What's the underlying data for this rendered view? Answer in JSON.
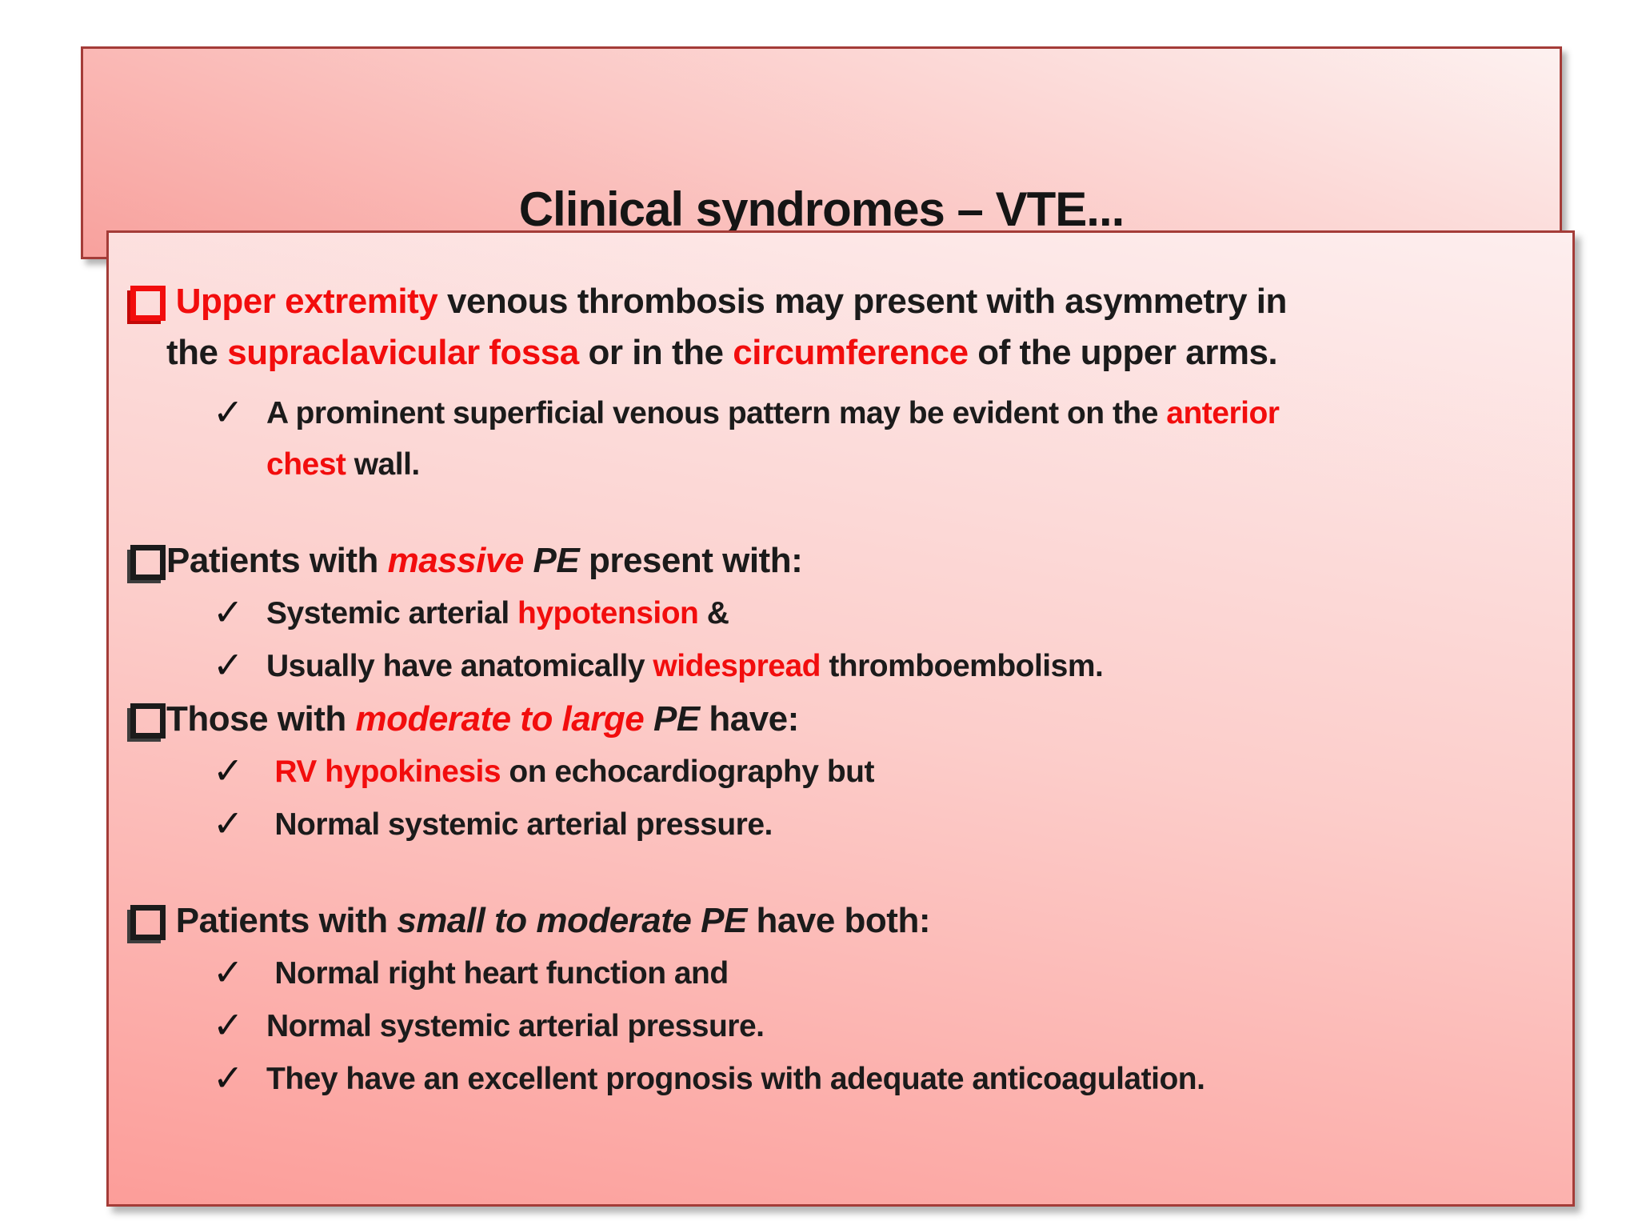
{
  "title": "Clinical syndromes – VTE...",
  "colors": {
    "accent_red": "#f20d0d",
    "text_black": "#1b1b1b",
    "box_border": "#a43c38",
    "box_fill_top": "#fdeeee",
    "box_fill_bottom": "#fc9d99"
  },
  "icons": {
    "bullet_glyph_name": "shadowed-checkbox-square",
    "check_glyph": "✓"
  },
  "slide": {
    "bullets": [
      {
        "type": "bullet",
        "marker_color": "red",
        "gap": "none",
        "segments": [
          {
            "text": " Upper extremity",
            "style": "red"
          },
          {
            "text": " venous thrombosis may present with asymmetry in\nthe ",
            "style": "black"
          },
          {
            "text": "supraclavicular fossa",
            "style": "red"
          },
          {
            "text": " or in the ",
            "style": "black"
          },
          {
            "text": "circumference",
            "style": "red"
          },
          {
            "text": " of the upper arms.",
            "style": "black"
          }
        ]
      },
      {
        "type": "check",
        "marker_color": "black",
        "gap": "small",
        "segments": [
          {
            "text": "A prominent superficial venous pattern may be evident on the ",
            "style": "black"
          },
          {
            "text": "anterior\nchest",
            "style": "red"
          },
          {
            "text": " wall.",
            "style": "black"
          }
        ]
      },
      {
        "type": "bullet",
        "marker_color": "black",
        "gap": "large",
        "segments": [
          {
            "text": "Patients with ",
            "style": "black"
          },
          {
            "text": "massive",
            "style": "red-italic"
          },
          {
            "text": " PE",
            "style": "black-italic"
          },
          {
            "text": " present with:",
            "style": "black"
          }
        ]
      },
      {
        "type": "check",
        "marker_color": "black",
        "gap": "none",
        "segments": [
          {
            "text": "Systemic arterial ",
            "style": "black"
          },
          {
            "text": "hypotension",
            "style": "red"
          },
          {
            "text": " &",
            "style": "black"
          }
        ]
      },
      {
        "type": "check",
        "marker_color": "black",
        "gap": "none",
        "segments": [
          {
            "text": "Usually have anatomically ",
            "style": "black"
          },
          {
            "text": "widespread",
            "style": "red"
          },
          {
            "text": " thromboembolism.",
            "style": "black"
          }
        ]
      },
      {
        "type": "bullet",
        "marker_color": "black",
        "gap": "none",
        "segments": [
          {
            "text": "Those with ",
            "style": "black"
          },
          {
            "text": "moderate to large",
            "style": "red-italic"
          },
          {
            "text": " PE",
            "style": "black-italic"
          },
          {
            "text": " have:",
            "style": "black"
          }
        ]
      },
      {
        "type": "check",
        "marker_color": "black",
        "gap": "none",
        "segments": [
          {
            "text": " RV hypokinesis",
            "style": "red"
          },
          {
            "text": " on echocardiography but",
            "style": "black"
          }
        ]
      },
      {
        "type": "check",
        "marker_color": "black",
        "gap": "none",
        "segments": [
          {
            "text": " Normal systemic arterial pressure.",
            "style": "black"
          }
        ]
      },
      {
        "type": "bullet",
        "marker_color": "black",
        "gap": "large",
        "segments": [
          {
            "text": " Patients with ",
            "style": "black"
          },
          {
            "text": "small to moderate PE",
            "style": "black-italic"
          },
          {
            "text": " have both:",
            "style": "black"
          }
        ]
      },
      {
        "type": "check",
        "marker_color": "black",
        "gap": "none",
        "segments": [
          {
            "text": " Normal right heart function and",
            "style": "black"
          }
        ]
      },
      {
        "type": "check",
        "marker_color": "black",
        "gap": "none",
        "segments": [
          {
            "text": "Normal systemic arterial pressure.",
            "style": "black"
          }
        ]
      },
      {
        "type": "check",
        "marker_color": "black",
        "gap": "none",
        "segments": [
          {
            "text": "They have an excellent prognosis with adequate anticoagulation.",
            "style": "black"
          }
        ]
      }
    ]
  }
}
